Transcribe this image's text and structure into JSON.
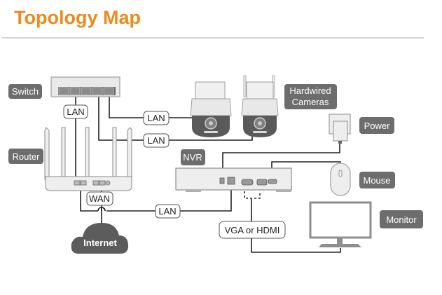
{
  "header": {
    "title": "Topology Map",
    "accent_color": "#ec8a1c"
  },
  "devices": {
    "switch": "Switch",
    "router": "Router",
    "cameras_line1": "Hardwired",
    "cameras_line2": "Cameras",
    "power": "Power",
    "nvr": "NVR",
    "mouse": "Mouse",
    "monitor": "Monitor",
    "internet": "Internet"
  },
  "connections": {
    "switch_router": "LAN",
    "switch_camera1": "LAN",
    "switch_camera2": "LAN",
    "router_wan": "WAN",
    "router_nvr": "LAN",
    "nvr_monitor": "VGA or HDMI"
  },
  "colors": {
    "label_bg": "#6d6d6d",
    "device_fill": "#ececec",
    "device_stroke": "#9a9a9a",
    "wire": "#222222",
    "camera_dark": "#5a5a5a"
  }
}
